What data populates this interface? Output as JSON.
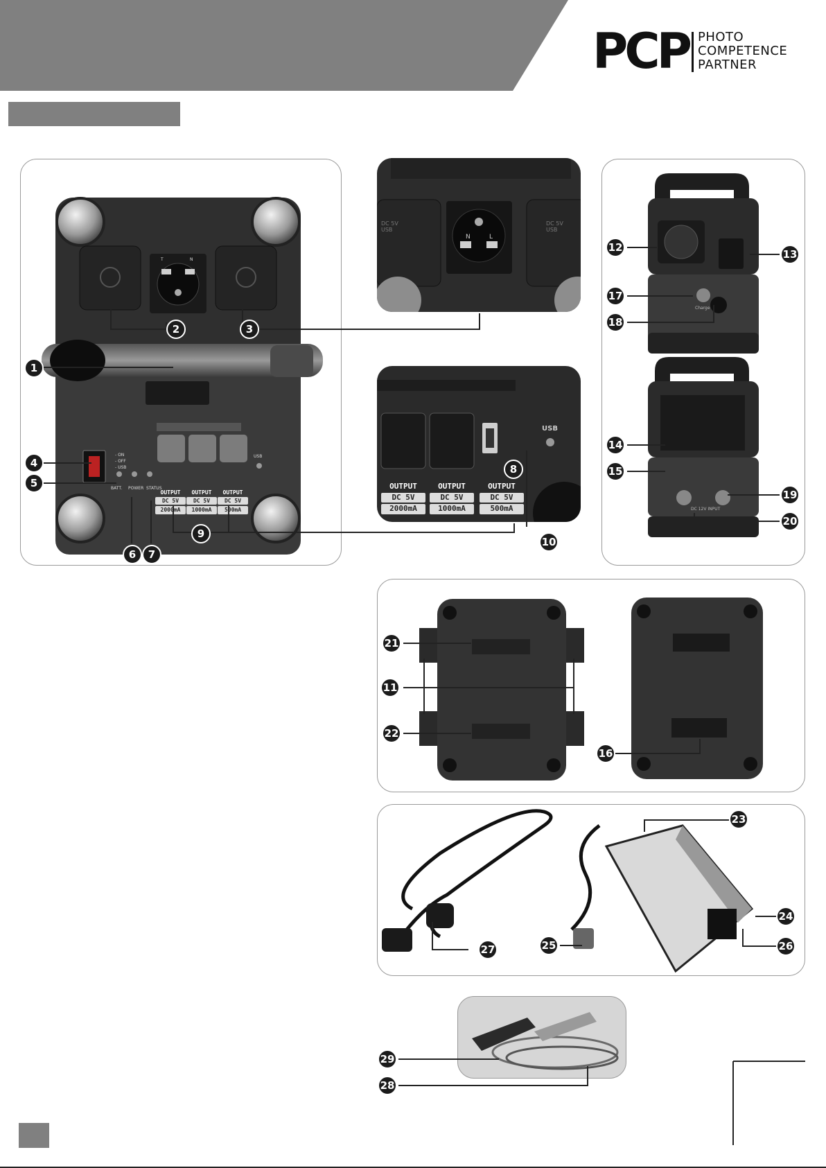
{
  "brand": {
    "logo_mark": "PCP",
    "logo_line1": "PHOTO",
    "logo_line2": "COMPETENCE",
    "logo_line3": "PARTNER"
  },
  "panel_top": {
    "switch_labels": [
      "- ON",
      "- OFF",
      "- USB"
    ],
    "indicator_labels": [
      "BATT.",
      "POWER",
      "STATUS"
    ],
    "usb_text": "USB",
    "socket_letters": [
      "T",
      "N"
    ],
    "outputs": [
      {
        "title": "OUTPUT",
        "spec": "DC 5V",
        "current": "2000mA"
      },
      {
        "title": "OUTPUT",
        "spec": "DC 5V",
        "current": "1000mA"
      },
      {
        "title": "OUTPUT",
        "spec": "DC 5V",
        "current": "500mA"
      }
    ]
  },
  "zoom_usb": {
    "usb_text": "USB",
    "outputs": [
      {
        "title": "OUTPUT",
        "spec": "DC 5V",
        "current": "2000mA"
      },
      {
        "title": "OUTPUT",
        "spec": "DC 5V",
        "current": "1000mA"
      },
      {
        "title": "OUTPUT",
        "spec": "DC 5V",
        "current": "500mA"
      }
    ]
  },
  "zoom_socket": {
    "cover_text": "DC 5V USB",
    "letters": [
      "N",
      "L"
    ]
  },
  "side_views": {
    "charge_label": "Charge",
    "dc_input_label": "DC 12V INPUT"
  },
  "callouts": [
    "1",
    "2",
    "3",
    "4",
    "5",
    "6",
    "7",
    "8",
    "9",
    "10",
    "11",
    "12",
    "13",
    "14",
    "15",
    "16",
    "17",
    "18",
    "19",
    "20",
    "21",
    "22",
    "23",
    "24",
    "25",
    "26",
    "27",
    "28",
    "29"
  ],
  "colors": {
    "band": "#808080",
    "device_dark": "#2e2e2e",
    "panel_border": "#9a9a9a",
    "callout": "#1b1b1b"
  }
}
